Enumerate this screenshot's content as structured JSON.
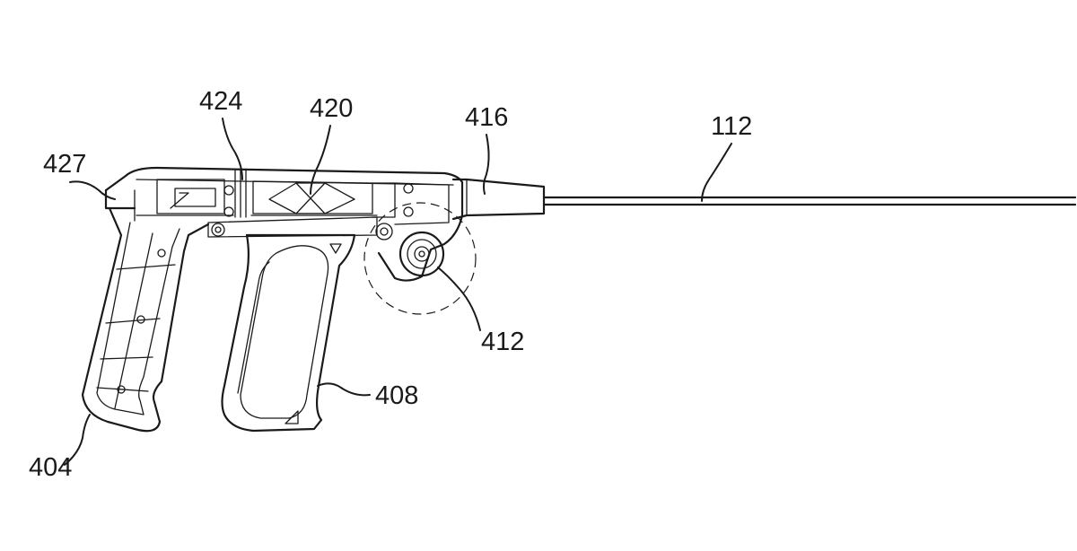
{
  "figure": {
    "labels": {
      "shaft": "112",
      "handle_grip": "404",
      "trigger": "408",
      "wheel": "412",
      "nose": "416",
      "mechanism": "420",
      "spring": "424",
      "rear_button": "427"
    },
    "colors": {
      "line": "#1a1a1a",
      "background": "#ffffff"
    }
  }
}
